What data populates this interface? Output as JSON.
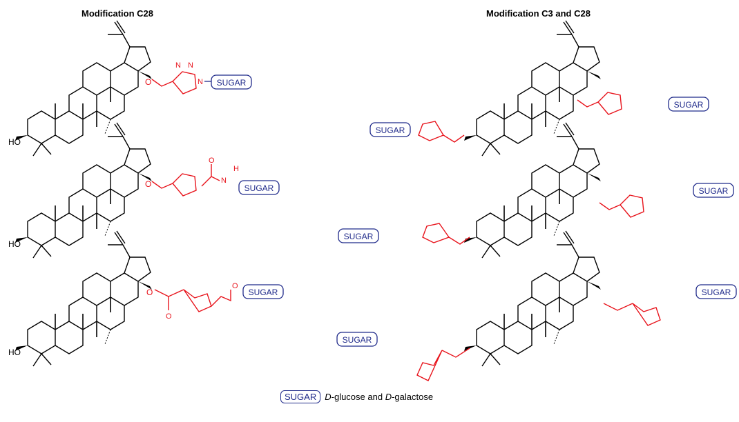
{
  "titles": {
    "left": "Modification C28",
    "right": "Modification C3 and C28"
  },
  "atoms": {
    "hydroxyl": "HO",
    "oxygen": "O",
    "nitrogen": "N",
    "hydrogen": "H"
  },
  "sugar_label": "SUGAR",
  "legend": {
    "badge": "SUGAR",
    "italic_d1": "D",
    "text1": "-glucose and ",
    "italic_d2": "D",
    "text2": "-galactose"
  },
  "colors": {
    "skeleton": "#000000",
    "linker": "#e8141c",
    "sugar": "#1f2a8a"
  }
}
